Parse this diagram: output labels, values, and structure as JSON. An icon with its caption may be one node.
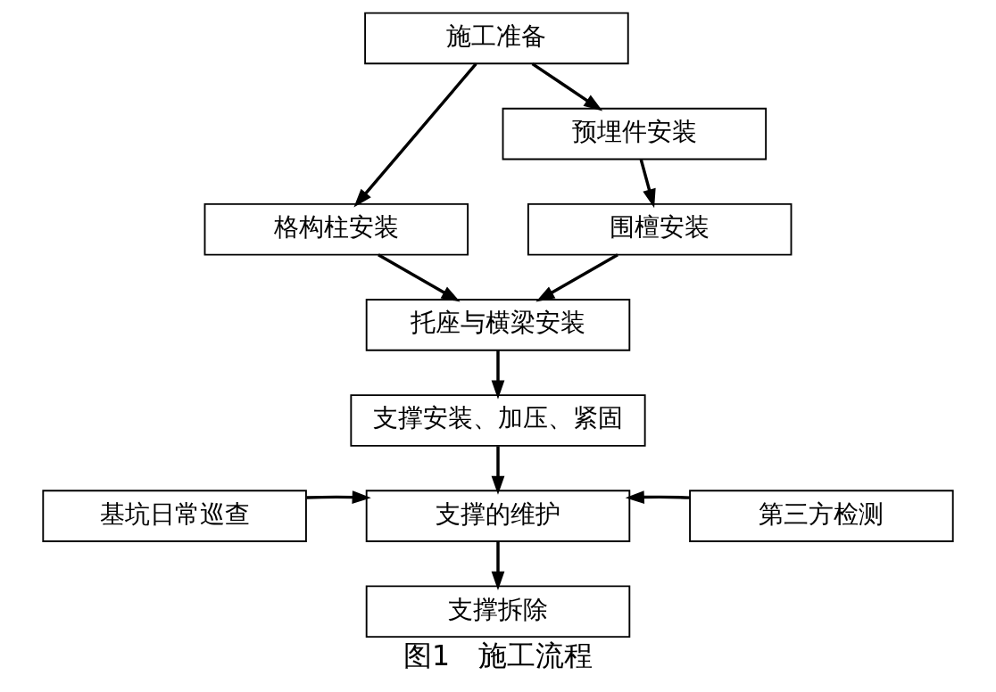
{
  "diagram": {
    "caption": "图1　施工流程",
    "nodes": [
      {
        "text": [
          "施工准备"
        ]
      },
      {
        "text": [
          "格构柱安装"
        ]
      },
      {
        "text": [
          "预埋件安装"
        ]
      },
      {
        "text": [
          "围檀安装"
        ]
      },
      {
        "text": [
          "托座与横梁安装"
        ]
      },
      {
        "text": [
          "支撑安装、加压、紧固"
        ]
      },
      {
        "text": [
          "基坑日常巡查"
        ]
      },
      {
        "text": [
          "支撑的维护"
        ]
      },
      {
        "text": [
          "第三方检测"
        ]
      },
      {
        "text": [
          "支撑拆除"
        ]
      }
    ],
    "edges": [
      {
        "from": 0,
        "to": 1,
        "arrow": "to"
      },
      {
        "from": 0,
        "to": 2,
        "arrow": "to"
      },
      {
        "from": 1,
        "to": 4,
        "arrow": "to"
      },
      {
        "from": 2,
        "to": 3,
        "arrow": "to"
      },
      {
        "from": 3,
        "to": 4,
        "arrow": "to"
      },
      {
        "from": 4,
        "to": 5,
        "arrow": "to"
      },
      {
        "from": 5,
        "to": 7,
        "arrow": "to"
      },
      {
        "from": 6,
        "to": 7,
        "arrow": "to"
      },
      {
        "from": 8,
        "to": 7,
        "arrow": "to"
      },
      {
        "from": 7,
        "to": 9,
        "arrow": "to"
      }
    ]
  }
}
